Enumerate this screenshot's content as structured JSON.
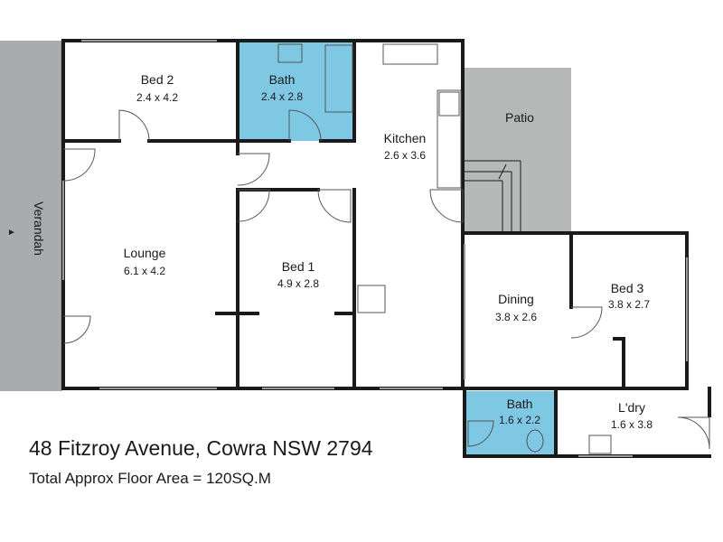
{
  "colors": {
    "wet_area": "#7fc8e4",
    "patio": "#b7b9b9",
    "verandah": "#a9abad",
    "wall": "#1a1a1a"
  },
  "rooms": {
    "bed2": {
      "name": "Bed 2",
      "dims": "2.4 x 4.2"
    },
    "bath1": {
      "name": "Bath",
      "dims": "2.4 x 2.8"
    },
    "kitchen": {
      "name": "Kitchen",
      "dims": "2.6 x 3.6"
    },
    "patio": {
      "name": "Patio"
    },
    "verandah": {
      "name": "Verandah"
    },
    "lounge": {
      "name": "Lounge",
      "dims": "6.1 x 4.2"
    },
    "bed1": {
      "name": "Bed 1",
      "dims": "4.9 x 2.8"
    },
    "dining": {
      "name": "Dining",
      "dims": "3.8 x 2.6"
    },
    "bed3": {
      "name": "Bed 3",
      "dims": "3.8 x 2.7"
    },
    "bath2": {
      "name": "Bath",
      "dims": "1.6 x 2.2"
    },
    "laundry": {
      "name": "L'dry",
      "dims": "1.6 x 3.8"
    }
  },
  "caption": {
    "address": "48 Fitzroy Avenue, Cowra NSW 2794",
    "area": "Total Approx Floor Area = 120SQ.M"
  }
}
